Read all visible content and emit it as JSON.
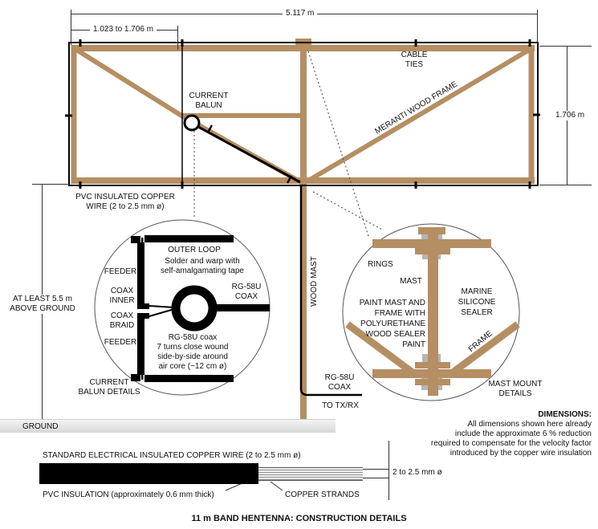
{
  "title": "11 m BAND HENTENNA: CONSTRUCTION DETAILS",
  "colors": {
    "wood": "#b58e63",
    "sealer": "#b5b5b5",
    "wire": "#000000",
    "line": "#333333"
  },
  "dims": {
    "total": "5.117 m",
    "feed": "1.023 to 1.706 m",
    "height": "1.706 m",
    "above1": "AT LEAST 5.5 m",
    "above2": "ABOVE GROUND",
    "wire_dia": "2 to 2.5 mm ø"
  },
  "main": {
    "cable1": "CABLE",
    "cable2": "TIES",
    "meranti": "MERANTI WOOD FRAME",
    "balun1": "CURRENT",
    "balun2": "BALUN",
    "pvc1": "PVC INSULATED COPPER",
    "pvc2": "WIRE (2 to 2.5 mm ø)",
    "wood_mast": "WOOD MAST",
    "rg1": "RG-58U",
    "rg2": "COAX",
    "to_txrx": "TO TX/RX",
    "ground": "GROUND"
  },
  "balun_detail": {
    "outer_loop": "OUTER LOOP",
    "solder1": "Solder and warp with",
    "solder2": "self-amalgamating tape",
    "feeder_top": "FEEDER",
    "coax1": "COAX",
    "inner": "INNER",
    "coax2": "COAX",
    "braid": "BRAID",
    "feeder_bottom": "FEEDER",
    "rg1": "RG-58U",
    "rg2": "COAX",
    "coil1": "RG-58U coax",
    "coil2": "7 turns close wound",
    "coil3": "side-by-side around",
    "coil4": "air core (~12 cm ø)",
    "cap1": "CURRENT",
    "cap2": "BALUN DETAILS"
  },
  "mast_detail": {
    "rings": "RINGS",
    "mast": "MAST",
    "sealer1": "MARINE",
    "sealer2": "SILICONE",
    "sealer3": "SEALER",
    "paint1": "PAINT MAST AND",
    "paint2": "FRAME WITH",
    "paint3": "POLYURETHANE",
    "paint4": "WOOD SEALER",
    "paint5": "PAINT",
    "frame": "FRAME",
    "cap1": "MAST MOUNT",
    "cap2": "DETAILS"
  },
  "notes": {
    "heading": "DIMENSIONS:",
    "lines": [
      "All dimensions shown here already",
      "include the approximate 6 % reduction",
      "required to compensate for the velocity factor",
      "introduced by the copper wire insulation"
    ]
  },
  "wire_detail": {
    "top_label": "STANDARD ELECTRICAL INSULATED COPPER WIRE (2 to 2.5 mm ø)",
    "pvc_label": "PVC INSULATION (approximately 0.6 mm thick)",
    "strands_label": "COPPER STRANDS"
  }
}
